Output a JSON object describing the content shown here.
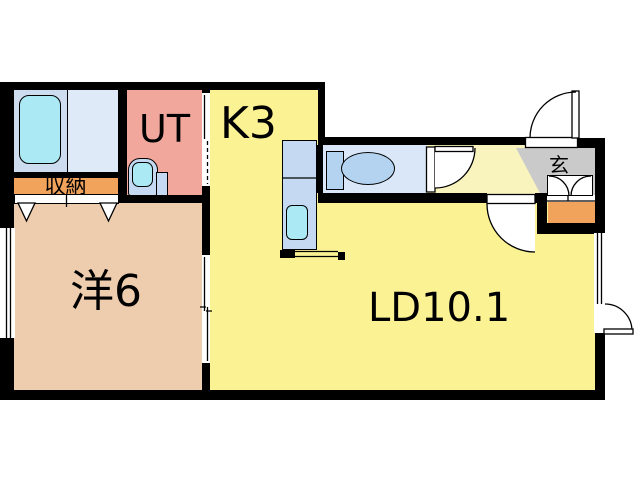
{
  "plan": {
    "type": "apartment-floor-plan",
    "rooms": {
      "utility": {
        "label": "UT"
      },
      "kitchen": {
        "label": "K3"
      },
      "western": {
        "label": "洋6"
      },
      "living": {
        "label": "LD10.1"
      },
      "closet": {
        "label": "収納"
      },
      "entrance": {
        "label": "玄"
      }
    },
    "colors": {
      "wall": "#000000",
      "room_yellow": "#FBF293",
      "hall_yellow": "#F9F4BE",
      "western_tan": "#EECDAF",
      "ut_salmon": "#F2A79D",
      "closet_orange": "#F1A35C",
      "entrance_gray": "#CACACA",
      "bath_floor": "#CEDCF0",
      "washing_floor": "#DFEAF8",
      "fixture_cyan": "#ABE9F4",
      "toilet_floor": "#D9E7F8",
      "toilet_blue": "#B4D3F1",
      "counter_blue": "#C5DAF2",
      "background": "#FFFFFF"
    }
  }
}
